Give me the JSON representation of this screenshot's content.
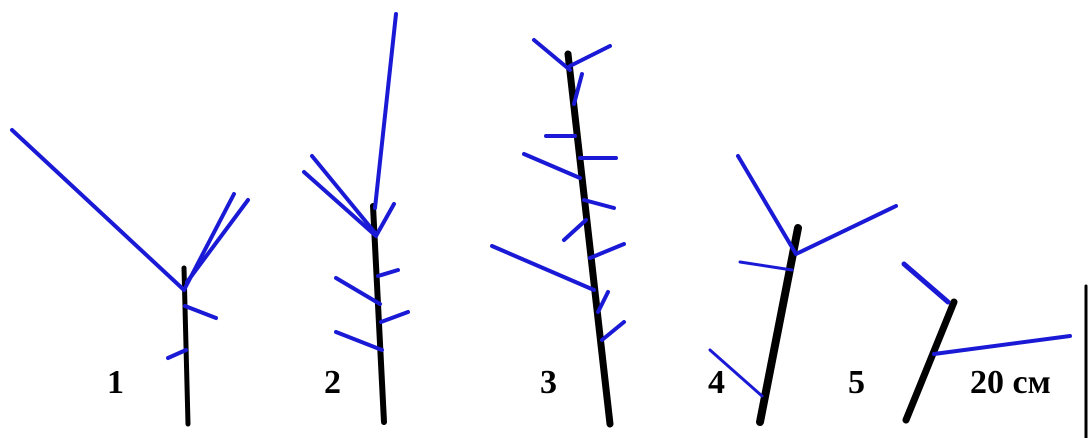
{
  "diagram": {
    "colors": {
      "stem": "#000000",
      "branch": "#1a1ad6",
      "background": "#ffffff"
    },
    "labels": {
      "plant_1": "1",
      "plant_2": "2",
      "plant_3": "3",
      "plant_4": "4",
      "plant_5": "5",
      "scale": "20 см"
    }
  }
}
